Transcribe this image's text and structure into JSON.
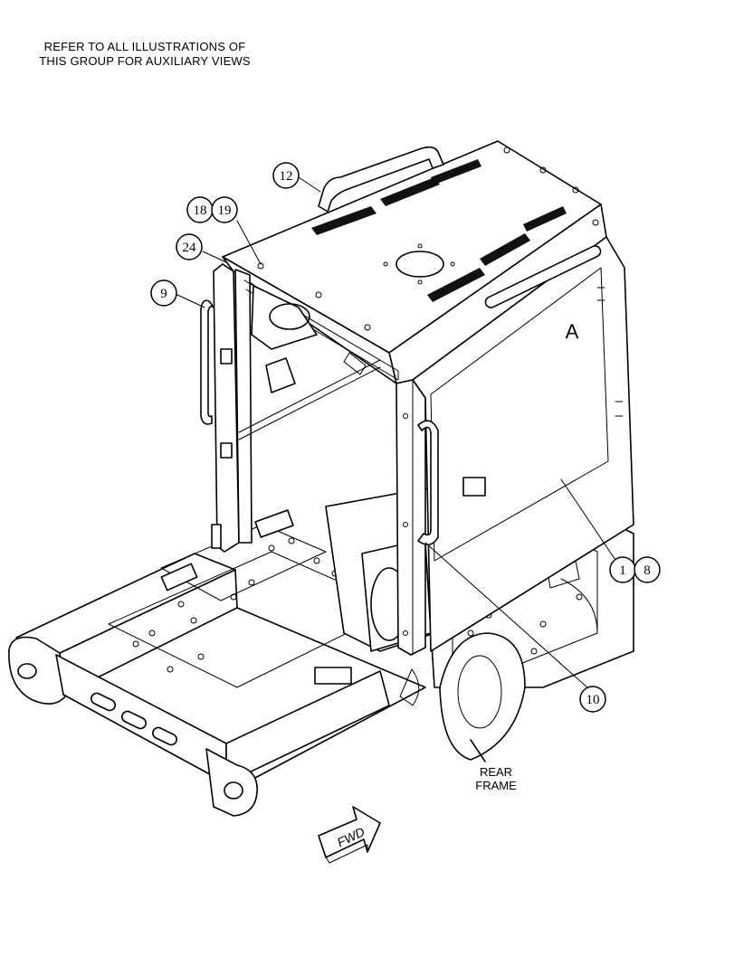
{
  "note": {
    "line1": "REFER TO ALL ILLUSTRATIONS OF",
    "line2": "THIS GROUP FOR AUXILIARY VIEWS"
  },
  "callouts": {
    "c12": "12",
    "c18": "18",
    "c19": "19",
    "c24": "24",
    "c9": "9",
    "c1": "1",
    "c8": "8",
    "c10": "10"
  },
  "labels": {
    "panel_a": "A",
    "rear_frame_line1": "REAR",
    "rear_frame_line2": "FRAME",
    "fwd": "FWD"
  }
}
